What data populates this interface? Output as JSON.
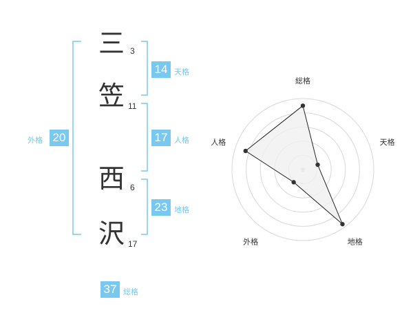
{
  "colors": {
    "accent": "#78c8f0",
    "text": "#333333",
    "grid": "#d8d8d8",
    "fill": "#f0f0f0"
  },
  "name": {
    "chars": [
      {
        "char": "三",
        "strokes": "3"
      },
      {
        "char": "笠",
        "strokes": "11"
      },
      {
        "char": "西",
        "strokes": "6"
      },
      {
        "char": "沢",
        "strokes": "17"
      }
    ]
  },
  "scores": {
    "tenkaku": {
      "value": "14",
      "label": "天格"
    },
    "jinkaku": {
      "value": "17",
      "label": "人格"
    },
    "chikaku": {
      "value": "23",
      "label": "地格"
    },
    "gaikaku": {
      "value": "20",
      "label": "外格"
    },
    "soukaku": {
      "value": "37",
      "label": "総格"
    }
  },
  "chart_data": {
    "type": "radar",
    "axes": [
      "総格",
      "天格",
      "地格",
      "外格",
      "人格"
    ],
    "values": [
      0.9,
      0.22,
      0.95,
      0.22,
      0.85
    ],
    "rings": 5
  }
}
